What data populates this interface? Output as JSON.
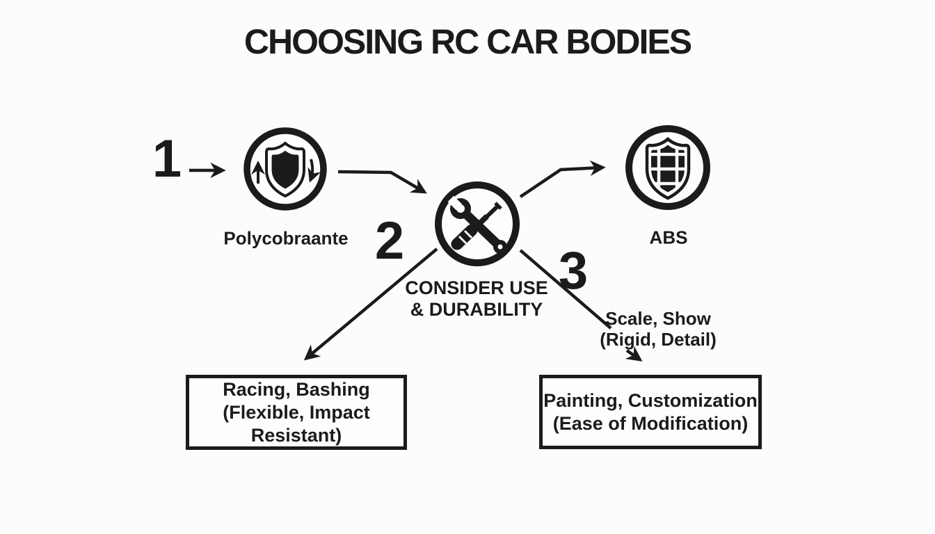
{
  "title": "CHOOSING RC CAR BODIES",
  "steps": {
    "step1": {
      "number": "1",
      "label": "Polycobraante",
      "icon": "shield-refresh-icon"
    },
    "step2": {
      "number": "2",
      "label_line1": "CONSIDER USE",
      "label_line2": "& DURABILITY",
      "icon": "crossed-tools-icon"
    },
    "step3": {
      "number": "3",
      "label": "ABS",
      "icon": "shield-grid-icon"
    }
  },
  "branches": {
    "racing": {
      "line1": "Racing, Bashing",
      "line2": "(Flexible, Impact Resistant)"
    },
    "scale_note": {
      "line1": "Scale, Show",
      "line2": "(Rigid, Detail)"
    },
    "painting": {
      "line1": "Painting, Customization",
      "line2": "(Ease of Modification)"
    }
  },
  "colors": {
    "ink": "#1b1b1b",
    "background": "#fcfcfc"
  }
}
